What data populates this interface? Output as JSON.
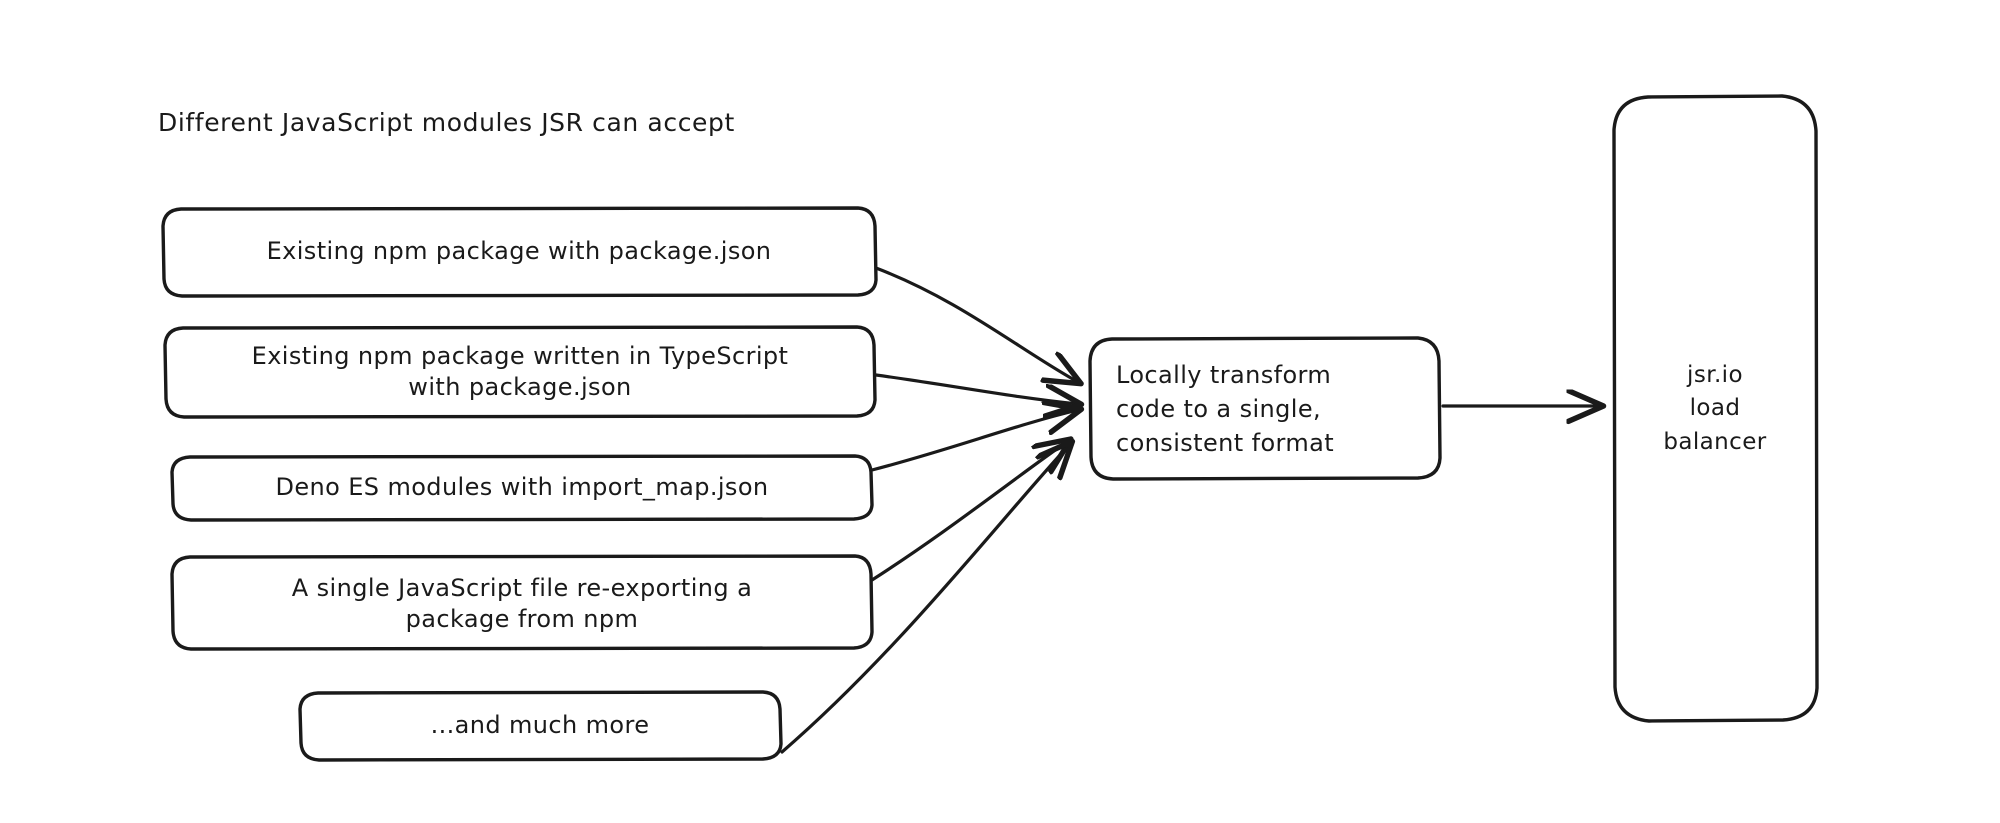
{
  "diagram": {
    "title": "Different JavaScript modules JSR can accept",
    "style": "hand-drawn sketch",
    "background_color": "#ffffff",
    "stroke_color": "#1a1a1a",
    "source_nodes": [
      {
        "id": "npm-package",
        "label": "Existing npm package with package.json"
      },
      {
        "id": "npm-typescript",
        "label": "Existing npm package written in TypeScript\nwith package.json"
      },
      {
        "id": "deno-es-modules",
        "label": "Deno ES modules with import_map.json"
      },
      {
        "id": "single-js-file",
        "label": "A single JavaScript file re-exporting a\npackage from npm"
      },
      {
        "id": "and-much-more",
        "label": "...and much more"
      }
    ],
    "process_node": {
      "id": "transform",
      "label": "Locally transform\ncode to a single,\nconsistent format"
    },
    "target_node": {
      "id": "load-balancer",
      "label": "jsr.io\nload\nbalancer"
    },
    "edges": [
      {
        "from": "npm-package",
        "to": "transform"
      },
      {
        "from": "npm-typescript",
        "to": "transform"
      },
      {
        "from": "deno-es-modules",
        "to": "transform"
      },
      {
        "from": "single-js-file",
        "to": "transform"
      },
      {
        "from": "and-much-more",
        "to": "transform"
      },
      {
        "from": "transform",
        "to": "load-balancer"
      }
    ]
  }
}
